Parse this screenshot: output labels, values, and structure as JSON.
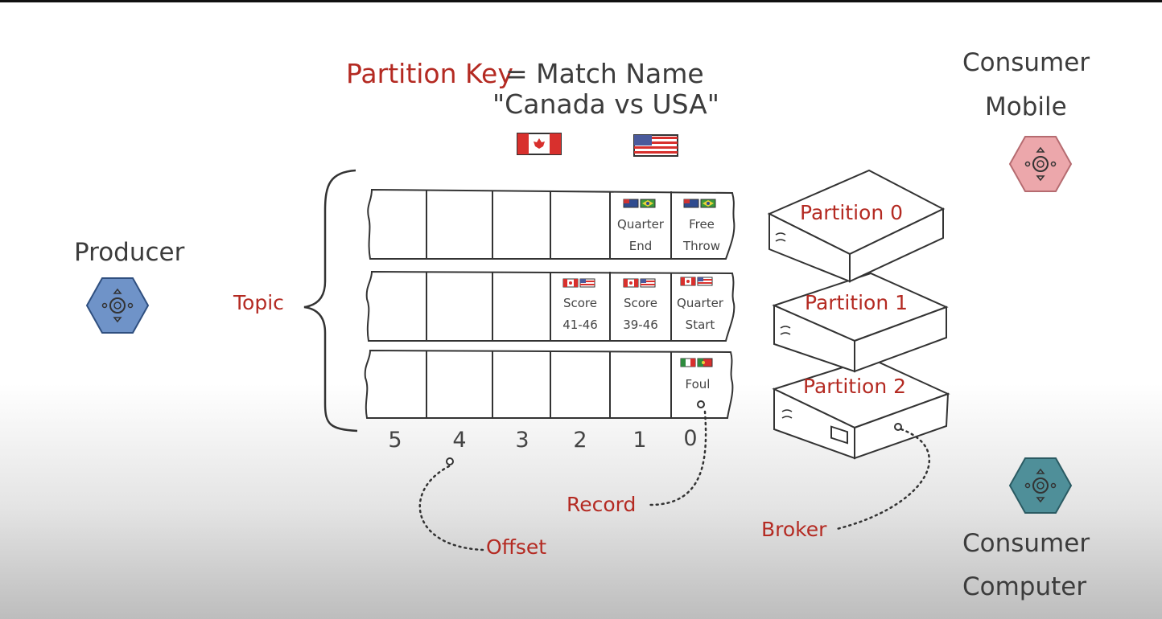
{
  "header": {
    "partition_key": "Partition Key",
    "equals_match": "= Match Name",
    "match_value": "\"Canada vs USA\""
  },
  "producer": {
    "label": "Producer",
    "icon": "producer-hex-icon",
    "color": "#6f93c8"
  },
  "consumers": [
    {
      "line1": "Consumer",
      "line2": "Mobile",
      "icon": "consumer-hex-icon",
      "color": "#eca7ab"
    },
    {
      "line1": "Consumer",
      "line2": "Computer",
      "icon": "consumer-hex-icon",
      "color": "#4f8f99"
    }
  ],
  "topic_label": "Topic",
  "partitions": [
    {
      "label": "Partition 0",
      "records": [
        {
          "offset": 1,
          "line1": "Quarter",
          "line2": "End",
          "flags": "aus-bra"
        },
        {
          "offset": 0,
          "line1": "Free",
          "line2": "Throw",
          "flags": "aus-bra"
        }
      ]
    },
    {
      "label": "Partition 1",
      "records": [
        {
          "offset": 2,
          "line1": "Score",
          "line2": "41-46",
          "flags": "can-usa"
        },
        {
          "offset": 1,
          "line1": "Score",
          "line2": "39-46",
          "flags": "can-usa"
        },
        {
          "offset": 0,
          "line1": "Quarter",
          "line2": "Start",
          "flags": "can-usa"
        }
      ]
    },
    {
      "label": "Partition 2",
      "records": [
        {
          "offset": 0,
          "line1": "Foul",
          "line2": "",
          "flags": "mex-por"
        }
      ]
    }
  ],
  "offsets": [
    "5",
    "4",
    "3",
    "2",
    "1",
    "0"
  ],
  "annotations": {
    "record": "Record",
    "offset": "Offset",
    "broker": "Broker"
  },
  "colors": {
    "red": "#b42a22",
    "text": "#3c3c3c"
  }
}
